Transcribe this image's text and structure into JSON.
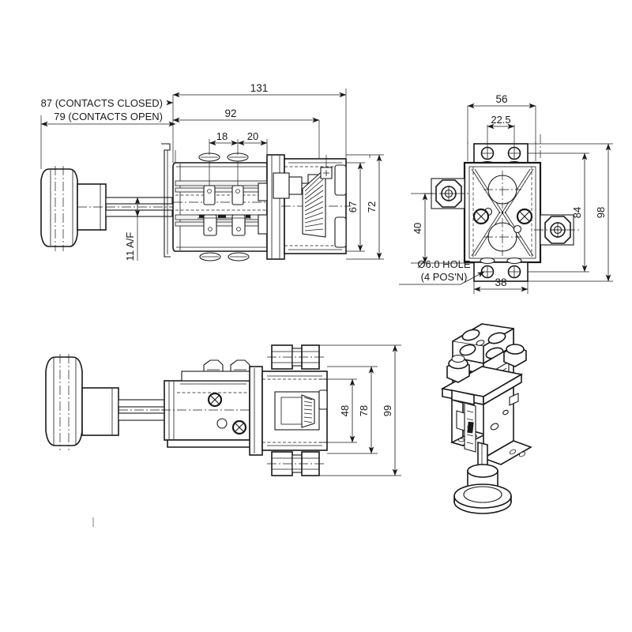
{
  "drawing": {
    "background_color": "#ffffff",
    "line_color": "#1a1a1a",
    "type": "engineering-dimensioned-drawing",
    "subject": "push-pull battery isolator switch"
  },
  "views": {
    "top_left": {
      "name": "plan-view",
      "label": ""
    },
    "top_right": {
      "name": "front-view",
      "label": ""
    },
    "bottom_left": {
      "name": "side-elevation-view",
      "label": ""
    },
    "bottom_right": {
      "name": "isometric-view",
      "label": ""
    }
  },
  "dimensions": {
    "overall_length": "131",
    "body_length": "92",
    "contacts_closed": "87 (CONTACTS CLOSED)",
    "contacts_open": "79 (CONTACTS OPEN)",
    "terminal_pitch_1": "18",
    "terminal_pitch_2": "20",
    "shaft_af": "11 A/F",
    "height_inner": "67",
    "height_outer": "72",
    "front_width": "56",
    "front_bolt_pitch": "22.5",
    "front_hole_offset": "40",
    "front_height_inner": "84",
    "front_height_outer": "98",
    "front_base_width": "38",
    "hole_note_line1": "Ø6.0 HOLE",
    "hole_note_line2": "(4 POS'N)",
    "side_height_inner": "48",
    "side_height_mid": "78",
    "side_height_outer": "99"
  }
}
